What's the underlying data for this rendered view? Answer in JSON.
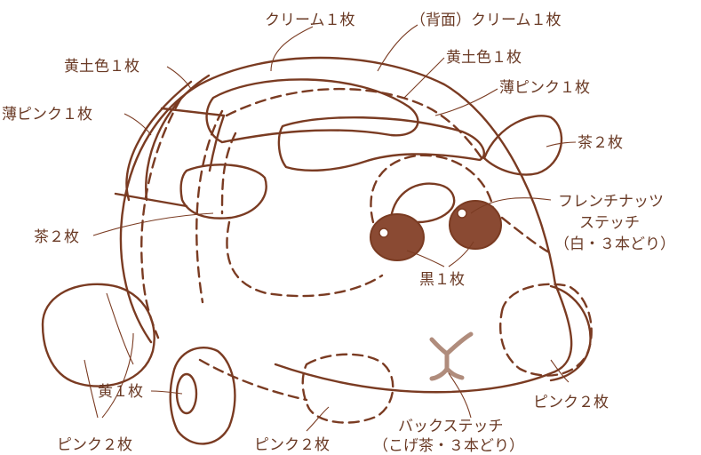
{
  "labels": {
    "cream_top": "クリーム１枚",
    "cream_back": "（背面）クリーム１枚",
    "ochre_left": "黄土色１枚",
    "ochre_right": "黄土色１枚",
    "pale_pink_left": "薄ピンク１枚",
    "pale_pink_right": "薄ピンク１枚",
    "brown_ear": "茶２枚",
    "brown_window": "茶２枚",
    "french_knot_1": "フレンチナッツ",
    "french_knot_2": "ステッチ",
    "french_knot_3": "（白・３本どり）",
    "black": "黒１枚",
    "pink_right_wheel": "ピンク２枚",
    "yellow": "黄１枚",
    "pink_left_wheel": "ピンク２枚",
    "pink_front_wheel": "ピンク２枚",
    "back_stitch_1": "バックステッチ",
    "back_stitch_2": "（こげ茶・３本どり）"
  },
  "colors": {
    "outline": "#7a3b22",
    "eye_fill": "#8a4a33",
    "mouth": "#b08c7c",
    "text": "#6a3a25"
  }
}
